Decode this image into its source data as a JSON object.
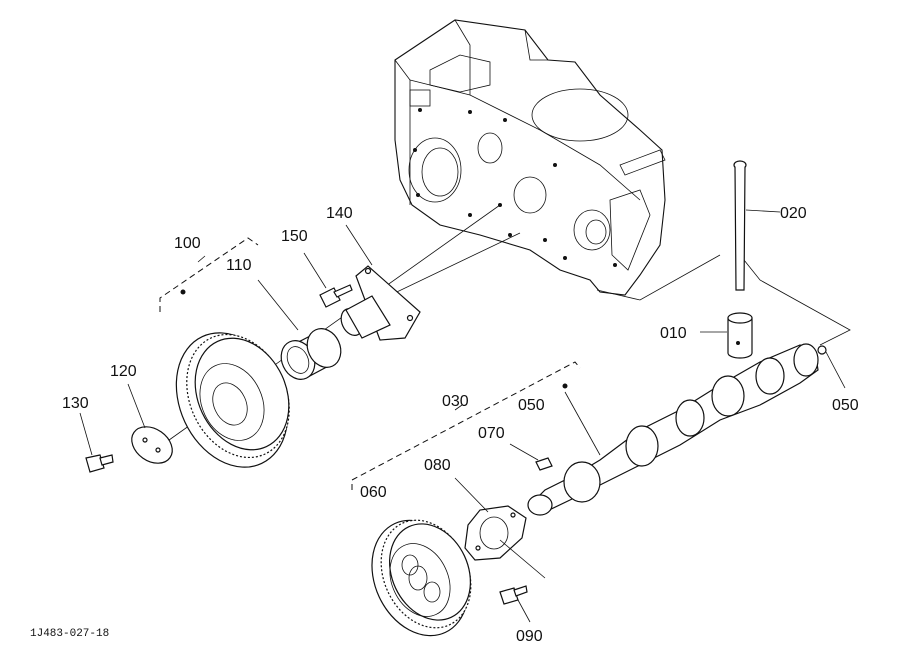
{
  "drawing_code": "1J483-027-18",
  "callouts": {
    "p010": "010",
    "p020": "020",
    "p030": "030",
    "p050a": "050",
    "p050b": "050",
    "p060": "060",
    "p070": "070",
    "p080": "080",
    "p090": "090",
    "p100": "100",
    "p110": "110",
    "p120": "120",
    "p130": "130",
    "p140": "140",
    "p150": "150"
  }
}
